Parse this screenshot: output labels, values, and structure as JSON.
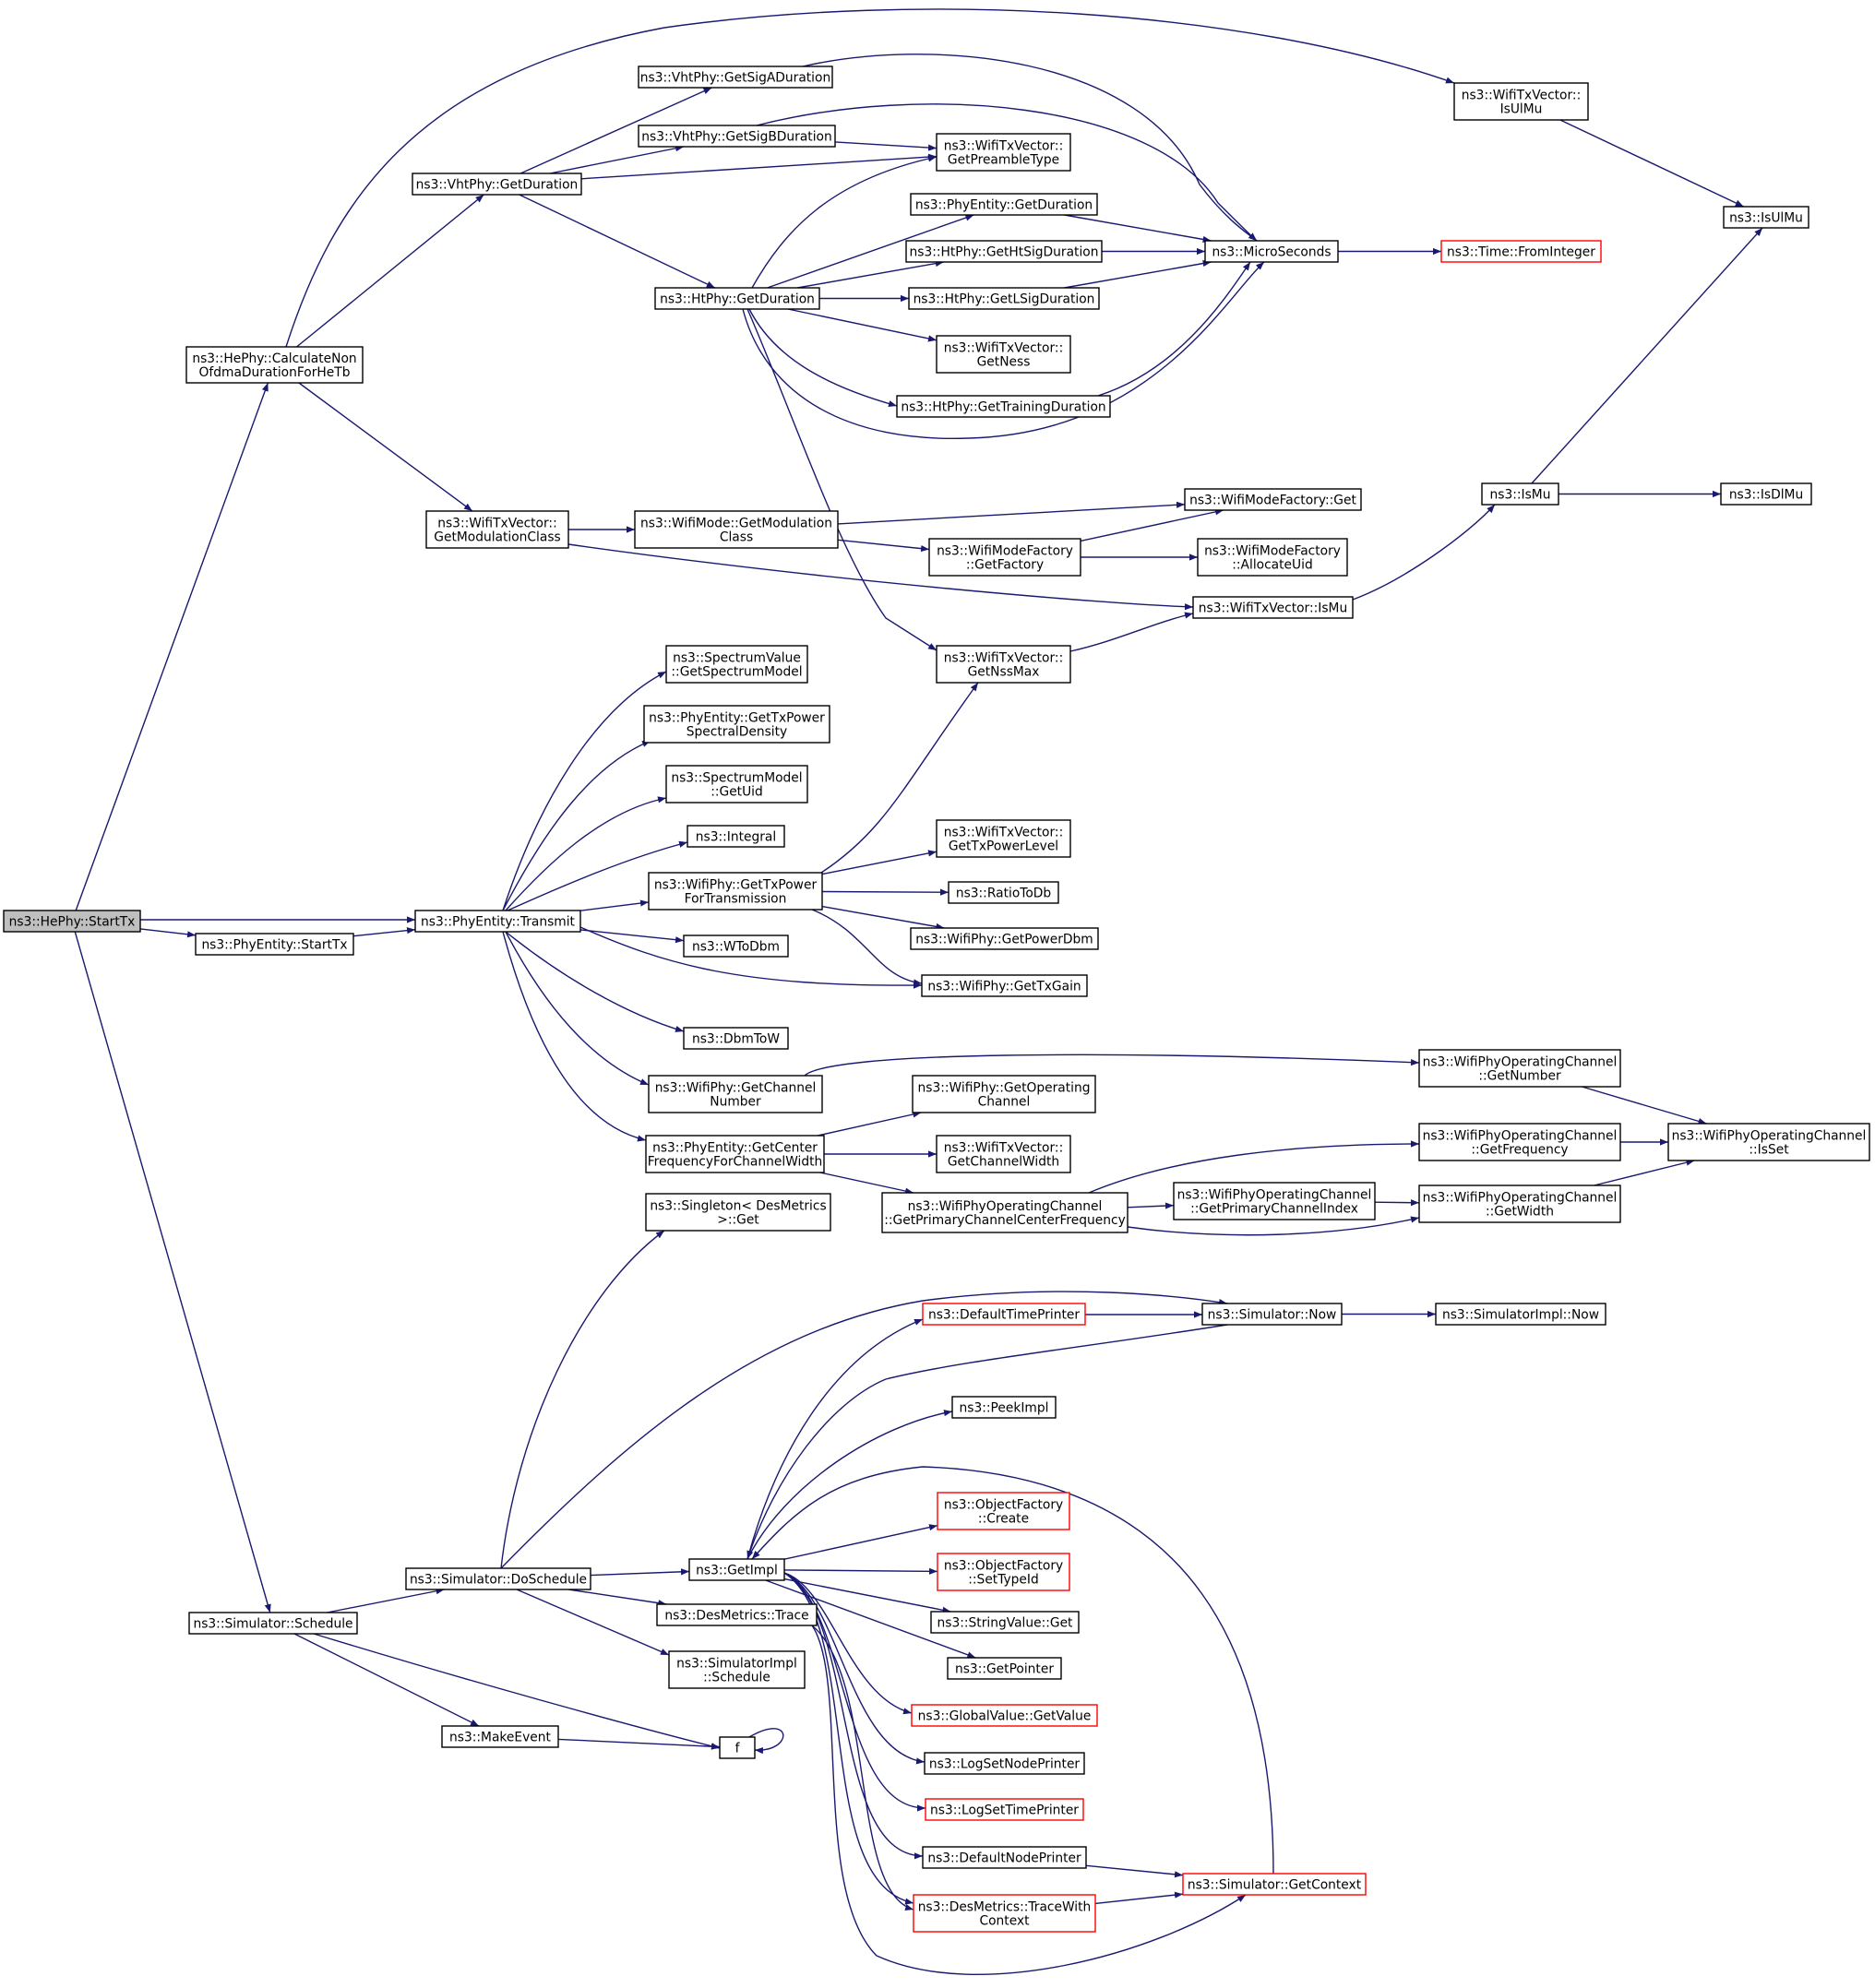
{
  "colors": {
    "edge": "#191970",
    "node_border": "#000000",
    "node_border_undocumented": "#ff0000",
    "root_fill": "#bfbfbf",
    "node_fill": "#ffffff"
  },
  "nodes": [
    {
      "id": "hephy_starttx",
      "lines": [
        "ns3::HePhy::StartTx"
      ],
      "style": "root"
    },
    {
      "id": "hephy_calc",
      "lines": [
        "ns3::HePhy::CalculateNon",
        "OfdmaDurationForHeTb"
      ]
    },
    {
      "id": "phyentity_starttx",
      "lines": [
        "ns3::PhyEntity::StartTx"
      ]
    },
    {
      "id": "phyentity_transmit",
      "lines": [
        "ns3::PhyEntity::Transmit"
      ]
    },
    {
      "id": "sim_schedule",
      "lines": [
        "ns3::Simulator::Schedule"
      ]
    },
    {
      "id": "vht_getsiga",
      "lines": [
        "ns3::VhtPhy::GetSigADuration"
      ]
    },
    {
      "id": "vht_getsigb",
      "lines": [
        "ns3::VhtPhy::GetSigBDuration"
      ]
    },
    {
      "id": "vht_getduration",
      "lines": [
        "ns3::VhtPhy::GetDuration"
      ]
    },
    {
      "id": "txv_ulmu",
      "lines": [
        "ns3::WifiTxVector::",
        "IsUlMu"
      ]
    },
    {
      "id": "txv_pream",
      "lines": [
        "ns3::WifiTxVector::",
        "GetPreambleType"
      ]
    },
    {
      "id": "isulmu",
      "lines": [
        "ns3::IsUlMu"
      ]
    },
    {
      "id": "phyentity_getdur",
      "lines": [
        "ns3::PhyEntity::GetDuration"
      ]
    },
    {
      "id": "ht_gethtsig",
      "lines": [
        "ns3::HtPhy::GetHtSigDuration"
      ]
    },
    {
      "id": "microseconds",
      "lines": [
        "ns3::MicroSeconds"
      ]
    },
    {
      "id": "fromint",
      "lines": [
        "ns3::Time::FromInteger"
      ],
      "style": "red"
    },
    {
      "id": "ht_getduration",
      "lines": [
        "ns3::HtPhy::GetDuration"
      ]
    },
    {
      "id": "ht_getlsig",
      "lines": [
        "ns3::HtPhy::GetLSigDuration"
      ]
    },
    {
      "id": "txv_ness",
      "lines": [
        "ns3::WifiTxVector::",
        "GetNess"
      ]
    },
    {
      "id": "ht_gettraining",
      "lines": [
        "ns3::HtPhy::GetTrainingDuration"
      ]
    },
    {
      "id": "ismu",
      "lines": [
        "ns3::IsMu"
      ]
    },
    {
      "id": "isdlmu",
      "lines": [
        "ns3::IsDlMu"
      ]
    },
    {
      "id": "txv_getmodclass",
      "lines": [
        "ns3::WifiTxVector::",
        "GetModulationClass"
      ]
    },
    {
      "id": "mode_getmodclass",
      "lines": [
        "ns3::WifiMode::GetModulation",
        "Class"
      ]
    },
    {
      "id": "mf_get",
      "lines": [
        "ns3::WifiModeFactory::Get"
      ]
    },
    {
      "id": "mf_getfactory",
      "lines": [
        "ns3::WifiModeFactory",
        "::GetFactory"
      ]
    },
    {
      "id": "mf_alloc",
      "lines": [
        "ns3::WifiModeFactory",
        "::AllocateUid"
      ]
    },
    {
      "id": "txv_ismu",
      "lines": [
        "ns3::WifiTxVector::IsMu"
      ]
    },
    {
      "id": "txv_nssmax",
      "lines": [
        "ns3::WifiTxVector::",
        "GetNssMax"
      ]
    },
    {
      "id": "sv_getmodel",
      "lines": [
        "ns3::SpectrumValue",
        "::GetSpectrumModel"
      ]
    },
    {
      "id": "pe_gettxpsd",
      "lines": [
        "ns3::PhyEntity::GetTxPower",
        "SpectralDensity"
      ]
    },
    {
      "id": "sm_getuid",
      "lines": [
        "ns3::SpectrumModel",
        "::GetUid"
      ]
    },
    {
      "id": "integral",
      "lines": [
        "ns3::Integral"
      ]
    },
    {
      "id": "wp_gettxpower",
      "lines": [
        "ns3::WifiPhy::GetTxPower",
        "ForTransmission"
      ]
    },
    {
      "id": "txv_gettxlevel",
      "lines": [
        "ns3::WifiTxVector::",
        "GetTxPowerLevel"
      ]
    },
    {
      "id": "ratiotodb",
      "lines": [
        "ns3::RatioToDb"
      ]
    },
    {
      "id": "wp_getpowerdbm",
      "lines": [
        "ns3::WifiPhy::GetPowerDbm"
      ]
    },
    {
      "id": "wtodbm",
      "lines": [
        "ns3::WToDbm"
      ]
    },
    {
      "id": "wp_gettxgain",
      "lines": [
        "ns3::WifiPhy::GetTxGain"
      ]
    },
    {
      "id": "dbmtow",
      "lines": [
        "ns3::DbmToW"
      ]
    },
    {
      "id": "wp_getchnum",
      "lines": [
        "ns3::WifiPhy::GetChannel",
        "Number"
      ]
    },
    {
      "id": "woc_getnumber",
      "lines": [
        "ns3::WifiPhyOperatingChannel",
        "::GetNumber"
      ]
    },
    {
      "id": "wp_getopch",
      "lines": [
        "ns3::WifiPhy::GetOperating",
        "Channel"
      ]
    },
    {
      "id": "pe_getcenter",
      "lines": [
        "ns3::PhyEntity::GetCenter",
        "FrequencyForChannelWidth"
      ]
    },
    {
      "id": "txv_getchwidth",
      "lines": [
        "ns3::WifiTxVector::",
        "GetChannelWidth"
      ]
    },
    {
      "id": "woc_getfreq",
      "lines": [
        "ns3::WifiPhyOperatingChannel",
        "::GetFrequency"
      ]
    },
    {
      "id": "woc_isset",
      "lines": [
        "ns3::WifiPhyOperatingChannel",
        "::IsSet"
      ]
    },
    {
      "id": "woc_getprimidx",
      "lines": [
        "ns3::WifiPhyOperatingChannel",
        "::GetPrimaryChannelIndex"
      ]
    },
    {
      "id": "woc_getwidth",
      "lines": [
        "ns3::WifiPhyOperatingChannel",
        "::GetWidth"
      ]
    },
    {
      "id": "woc_getprimcenter",
      "lines": [
        "ns3::WifiPhyOperatingChannel",
        "::GetPrimaryChannelCenterFrequency"
      ]
    },
    {
      "id": "singleton_get",
      "lines": [
        "ns3::Singleton< DesMetrics",
        ">::Get"
      ]
    },
    {
      "id": "default_time_printer",
      "lines": [
        "ns3::DefaultTimePrinter"
      ],
      "style": "red"
    },
    {
      "id": "sim_now",
      "lines": [
        "ns3::Simulator::Now"
      ]
    },
    {
      "id": "simimpl_now",
      "lines": [
        "ns3::SimulatorImpl::Now"
      ]
    },
    {
      "id": "peekimpl",
      "lines": [
        "ns3::PeekImpl"
      ]
    },
    {
      "id": "of_create",
      "lines": [
        "ns3::ObjectFactory",
        "::Create"
      ],
      "style": "red"
    },
    {
      "id": "of_settypeid",
      "lines": [
        "ns3::ObjectFactory",
        "::SetTypeId"
      ],
      "style": "red"
    },
    {
      "id": "sim_doschedule",
      "lines": [
        "ns3::Simulator::DoSchedule"
      ]
    },
    {
      "id": "getimpl",
      "lines": [
        "ns3::GetImpl"
      ]
    },
    {
      "id": "dm_trace",
      "lines": [
        "ns3::DesMetrics::Trace"
      ]
    },
    {
      "id": "stringvalue_get",
      "lines": [
        "ns3::StringValue::Get"
      ]
    },
    {
      "id": "simimpl_schedule",
      "lines": [
        "ns3::SimulatorImpl",
        "::Schedule"
      ]
    },
    {
      "id": "getpointer",
      "lines": [
        "ns3::GetPointer"
      ]
    },
    {
      "id": "globalvalue_getvalue",
      "lines": [
        "ns3::GlobalValue::GetValue"
      ],
      "style": "red"
    },
    {
      "id": "makeevent",
      "lines": [
        "ns3::MakeEvent"
      ]
    },
    {
      "id": "f",
      "lines": [
        "f"
      ]
    },
    {
      "id": "logsetnodeprinter",
      "lines": [
        "ns3::LogSetNodePrinter"
      ]
    },
    {
      "id": "logsettimeprinter",
      "lines": [
        "ns3::LogSetTimePrinter"
      ],
      "style": "red"
    },
    {
      "id": "defaultnodeprinter",
      "lines": [
        "ns3::DefaultNodePrinter"
      ]
    },
    {
      "id": "sim_getcontext",
      "lines": [
        "ns3::Simulator::GetContext"
      ],
      "style": "red"
    },
    {
      "id": "dm_tracewithcontext",
      "lines": [
        "ns3::DesMetrics::TraceWith",
        "Context"
      ],
      "style": "red"
    }
  ],
  "edges": [
    [
      "hephy_starttx",
      "hephy_calc"
    ],
    [
      "hephy_starttx",
      "phyentity_starttx"
    ],
    [
      "hephy_starttx",
      "phyentity_transmit"
    ],
    [
      "hephy_starttx",
      "sim_schedule"
    ],
    [
      "hephy_calc",
      "vht_getduration"
    ],
    [
      "hephy_calc",
      "txv_ulmu"
    ],
    [
      "hephy_calc",
      "txv_getmodclass"
    ],
    [
      "phyentity_starttx",
      "phyentity_transmit"
    ],
    [
      "vht_getduration",
      "vht_getsiga"
    ],
    [
      "vht_getduration",
      "vht_getsigb"
    ],
    [
      "vht_getduration",
      "txv_pream"
    ],
    [
      "vht_getduration",
      "ht_getduration"
    ],
    [
      "vht_getsiga",
      "microseconds"
    ],
    [
      "vht_getsigb",
      "txv_pream"
    ],
    [
      "vht_getsigb",
      "microseconds"
    ],
    [
      "txv_ulmu",
      "isulmu"
    ],
    [
      "ht_getduration",
      "txv_pream"
    ],
    [
      "ht_getduration",
      "phyentity_getdur"
    ],
    [
      "ht_getduration",
      "ht_gethtsig"
    ],
    [
      "ht_getduration",
      "ht_getlsig"
    ],
    [
      "ht_getduration",
      "txv_ness"
    ],
    [
      "ht_getduration",
      "ht_gettraining"
    ],
    [
      "ht_getduration",
      "microseconds"
    ],
    [
      "ht_getduration",
      "txv_nssmax"
    ],
    [
      "phyentity_getdur",
      "microseconds"
    ],
    [
      "ht_gethtsig",
      "microseconds"
    ],
    [
      "ht_getlsig",
      "microseconds"
    ],
    [
      "ht_gettraining",
      "microseconds"
    ],
    [
      "microseconds",
      "fromint"
    ],
    [
      "txv_getmodclass",
      "mode_getmodclass"
    ],
    [
      "txv_getmodclass",
      "txv_ismu"
    ],
    [
      "mode_getmodclass",
      "mf_get"
    ],
    [
      "mode_getmodclass",
      "mf_getfactory"
    ],
    [
      "mf_getfactory",
      "mf_get"
    ],
    [
      "mf_getfactory",
      "mf_alloc"
    ],
    [
      "txv_nssmax",
      "txv_ismu"
    ],
    [
      "txv_ismu",
      "ismu"
    ],
    [
      "ismu",
      "isulmu"
    ],
    [
      "ismu",
      "isdlmu"
    ],
    [
      "phyentity_transmit",
      "sv_getmodel"
    ],
    [
      "phyentity_transmit",
      "pe_gettxpsd"
    ],
    [
      "phyentity_transmit",
      "sm_getuid"
    ],
    [
      "phyentity_transmit",
      "integral"
    ],
    [
      "phyentity_transmit",
      "wp_gettxpower"
    ],
    [
      "phyentity_transmit",
      "wtodbm"
    ],
    [
      "phyentity_transmit",
      "wp_gettxgain"
    ],
    [
      "phyentity_transmit",
      "dbmtow"
    ],
    [
      "phyentity_transmit",
      "wp_getchnum"
    ],
    [
      "phyentity_transmit",
      "pe_getcenter"
    ],
    [
      "wp_gettxpower",
      "txv_nssmax"
    ],
    [
      "wp_gettxpower",
      "txv_gettxlevel"
    ],
    [
      "wp_gettxpower",
      "ratiotodb"
    ],
    [
      "wp_gettxpower",
      "wp_getpowerdbm"
    ],
    [
      "wp_gettxpower",
      "wp_gettxgain"
    ],
    [
      "wp_getchnum",
      "woc_getnumber"
    ],
    [
      "woc_getnumber",
      "woc_isset"
    ],
    [
      "pe_getcenter",
      "wp_getopch"
    ],
    [
      "pe_getcenter",
      "txv_getchwidth"
    ],
    [
      "pe_getcenter",
      "woc_getprimcenter"
    ],
    [
      "woc_getprimcenter",
      "woc_getfreq"
    ],
    [
      "woc_getprimcenter",
      "woc_getprimidx"
    ],
    [
      "woc_getprimcenter",
      "woc_getwidth"
    ],
    [
      "woc_getprimidx",
      "woc_getwidth"
    ],
    [
      "woc_getfreq",
      "woc_isset"
    ],
    [
      "woc_getwidth",
      "woc_isset"
    ],
    [
      "sim_schedule",
      "sim_doschedule"
    ],
    [
      "sim_schedule",
      "makeevent"
    ],
    [
      "sim_schedule",
      "f"
    ],
    [
      "makeevent",
      "f"
    ],
    [
      "f",
      "f"
    ],
    [
      "sim_doschedule",
      "singleton_get"
    ],
    [
      "sim_doschedule",
      "sim_now"
    ],
    [
      "sim_doschedule",
      "getimpl"
    ],
    [
      "sim_doschedule",
      "dm_trace"
    ],
    [
      "sim_doschedule",
      "simimpl_schedule"
    ],
    [
      "default_time_printer",
      "sim_now"
    ],
    [
      "sim_now",
      "getimpl"
    ],
    [
      "sim_now",
      "simimpl_now"
    ],
    [
      "getimpl",
      "default_time_printer"
    ],
    [
      "getimpl",
      "peekimpl"
    ],
    [
      "getimpl",
      "of_create"
    ],
    [
      "getimpl",
      "of_settypeid"
    ],
    [
      "getimpl",
      "stringvalue_get"
    ],
    [
      "getimpl",
      "getpointer"
    ],
    [
      "getimpl",
      "globalvalue_getvalue"
    ],
    [
      "getimpl",
      "logsetnodeprinter"
    ],
    [
      "getimpl",
      "logsettimeprinter"
    ],
    [
      "getimpl",
      "defaultnodeprinter"
    ],
    [
      "getimpl",
      "dm_tracewithcontext"
    ],
    [
      "dm_trace",
      "dm_tracewithcontext"
    ],
    [
      "dm_trace",
      "sim_getcontext"
    ],
    [
      "defaultnodeprinter",
      "sim_getcontext"
    ],
    [
      "dm_tracewithcontext",
      "sim_getcontext"
    ],
    [
      "sim_getcontext",
      "getimpl"
    ]
  ]
}
